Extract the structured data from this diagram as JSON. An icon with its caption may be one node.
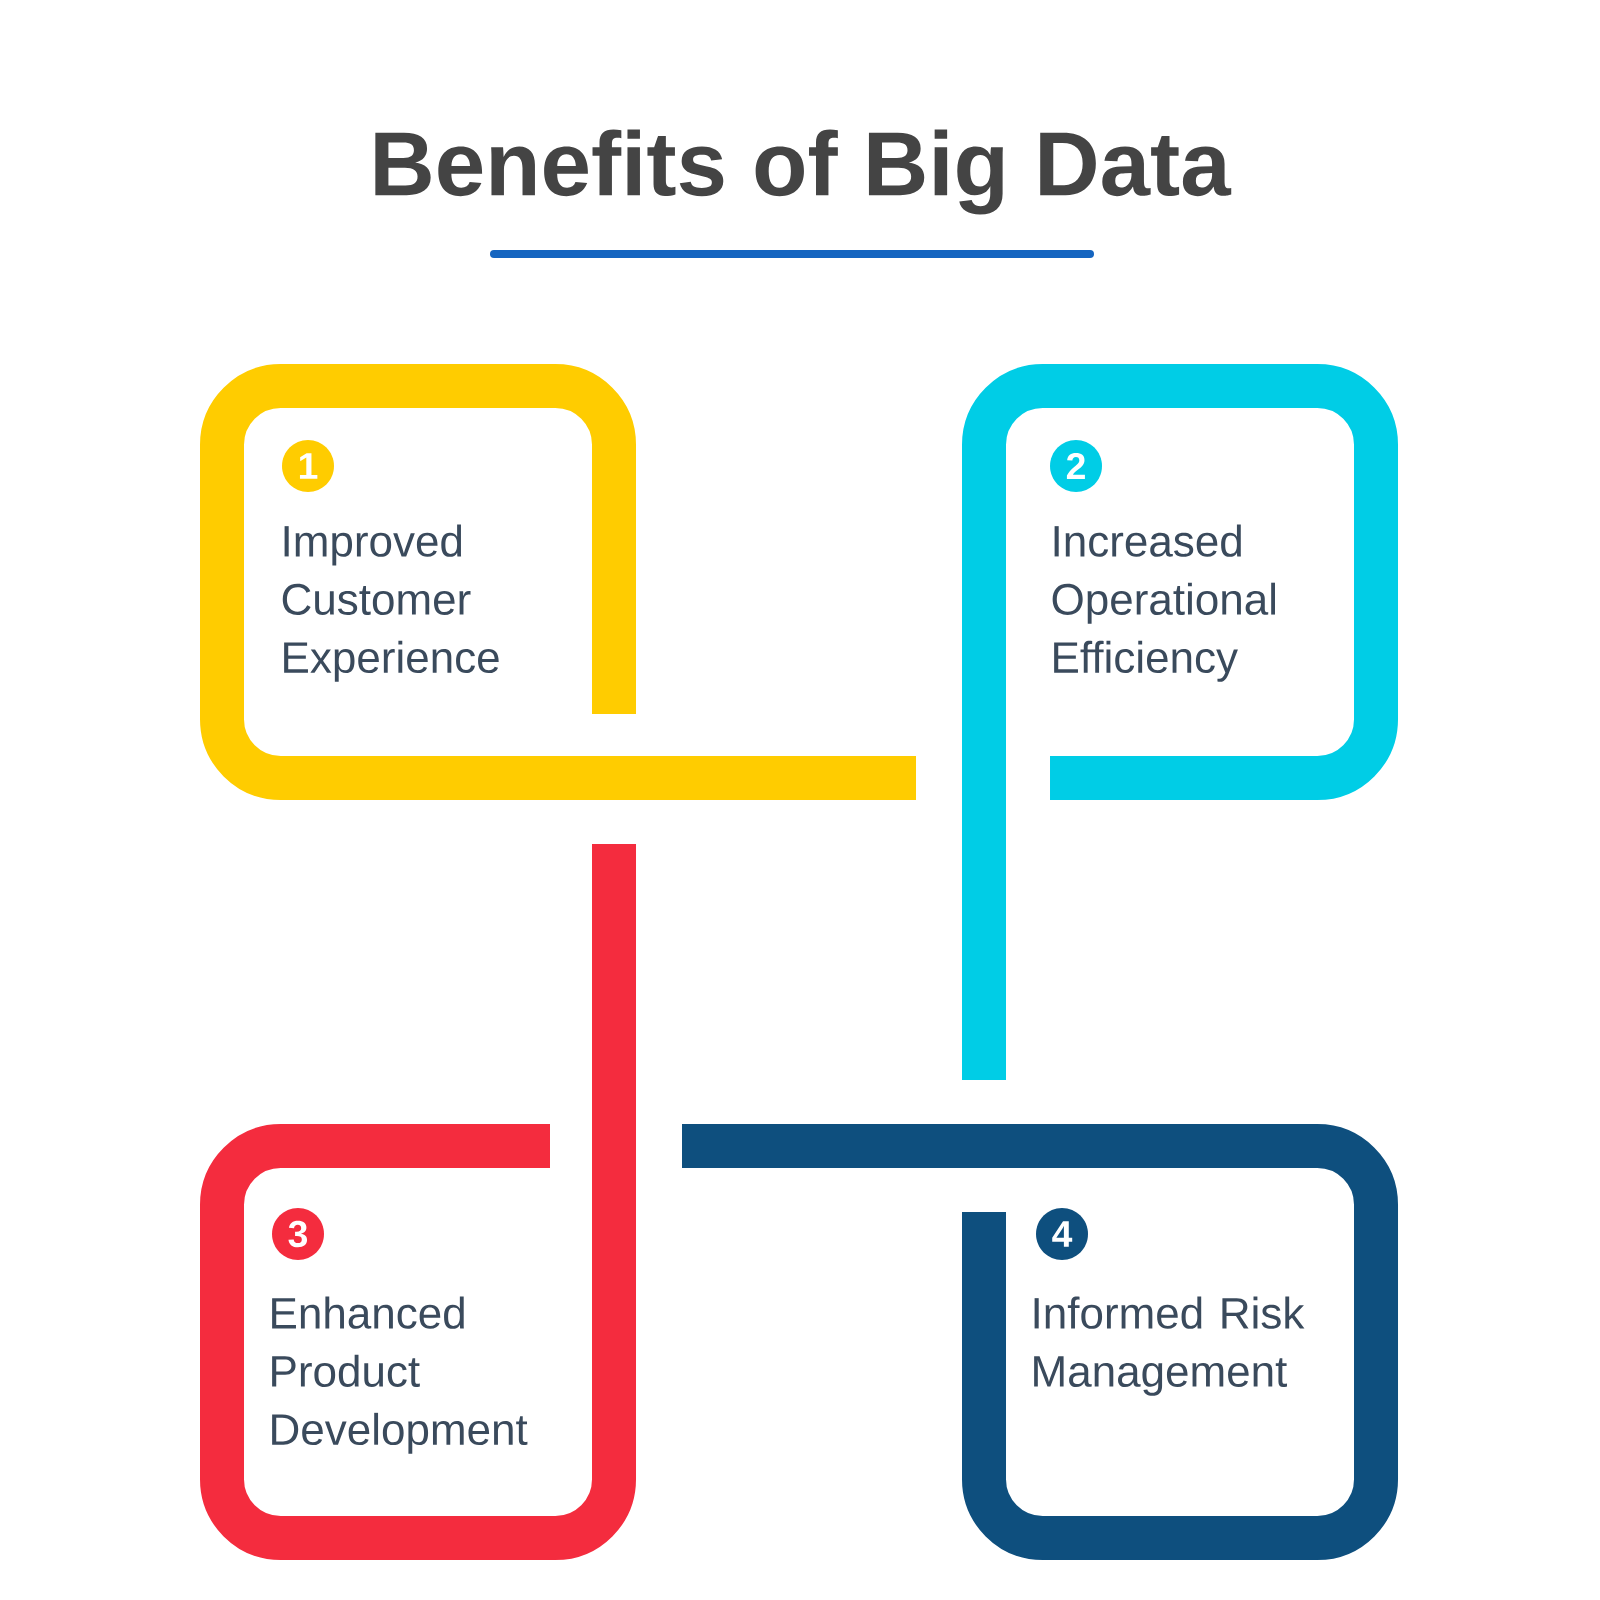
{
  "diagram": {
    "title": "Benefits of Big Data",
    "nodes": [
      {
        "text": [
          "1",
          "Improved Customer Experience"
        ]
      },
      {
        "text": [
          "2",
          "Increased Operational Efficiency"
        ]
      },
      {
        "text": [
          "3",
          "Enhanced Product Development"
        ]
      },
      {
        "text": [
          "4",
          "Informed Risk Management"
        ]
      }
    ]
  }
}
